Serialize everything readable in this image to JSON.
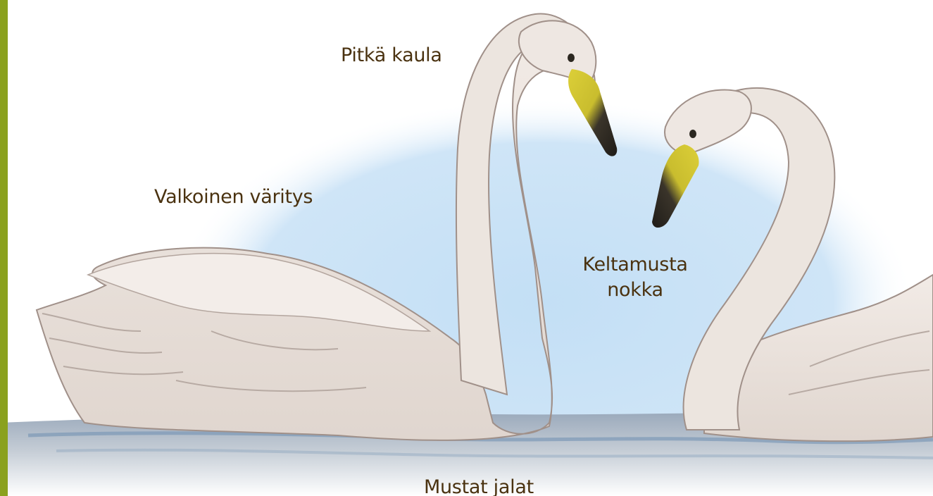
{
  "colors": {
    "accent_bar": "#8aa11e",
    "label_text": "#4a3210",
    "sky": "#c9e2f6",
    "water": "#6d8eb0",
    "swan_body": "#ebe3dd",
    "swan_shade": "#b9aca6",
    "beak_yellow": "#d6cb32",
    "beak_black": "#2b2720"
  },
  "labels": {
    "neck": "Pitkä kaula",
    "coloring": "Valkoinen väritys",
    "beak_line1": "Keltamusta",
    "beak_line2": "nokka",
    "feet": "Mustat jalat"
  }
}
